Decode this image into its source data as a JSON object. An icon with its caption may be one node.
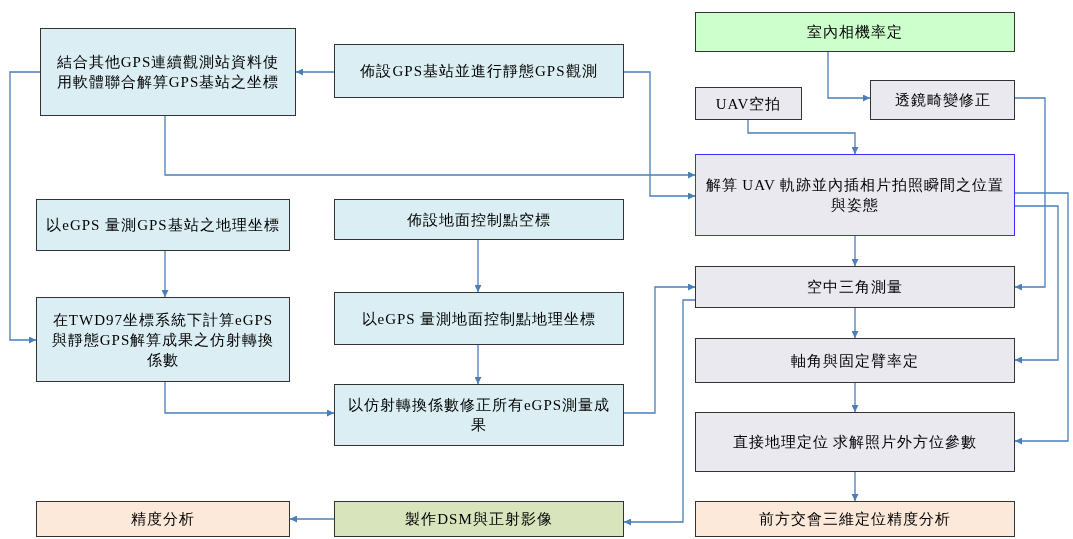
{
  "diagram": {
    "nodes": [
      {
        "text": [
          "結合其他GPS連續觀測站資料使用軟體聯合解算GPS基站之坐標"
        ]
      },
      {
        "text": [
          "佈設GPS基站並進行靜態GPS觀測"
        ]
      },
      {
        "text": [
          "室內相機率定"
        ]
      },
      {
        "text": [
          "UAV空拍"
        ]
      },
      {
        "text": [
          "透鏡畸變修正"
        ]
      },
      {
        "text": [
          "解算 UAV 軌跡並內插相片拍照瞬間之位置與姿態"
        ]
      },
      {
        "text": [
          "以eGPS 量測GPS基站之地理坐標"
        ]
      },
      {
        "text": [
          "佈設地面控制點空標"
        ]
      },
      {
        "text": [
          "在TWD97坐標系統下計算eGPS與靜態GPS解算成果之仿射轉換係數"
        ]
      },
      {
        "text": [
          "以eGPS 量測地面控制點地理坐標"
        ]
      },
      {
        "text": [
          "以仿射轉換係數修正所有eGPS測量成果"
        ]
      },
      {
        "text": [
          "空中三角測量"
        ]
      },
      {
        "text": [
          "軸角與固定臂率定"
        ]
      },
      {
        "text": [
          "直接地理定位 求解照片外方位參數"
        ]
      },
      {
        "text": [
          "前方交會三維定位精度分析"
        ]
      },
      {
        "text": [
          "製作DSM與正射影像"
        ]
      },
      {
        "text": [
          "精度分析"
        ]
      }
    ],
    "edges": [
      {
        "from": 1,
        "to": 0,
        "arrow": "to"
      },
      {
        "from": 0,
        "to": 8,
        "arrow": "to"
      },
      {
        "from": 0,
        "to": 5,
        "arrow": "to"
      },
      {
        "from": 1,
        "to": 5,
        "arrow": "to"
      },
      {
        "from": 2,
        "to": 4,
        "arrow": "to"
      },
      {
        "from": 3,
        "to": 5,
        "arrow": "to"
      },
      {
        "from": 4,
        "to": 11,
        "arrow": "to"
      },
      {
        "from": 5,
        "to": 12,
        "arrow": "to"
      },
      {
        "from": 5,
        "to": 13,
        "arrow": "to"
      },
      {
        "from": 5,
        "to": 11,
        "arrow": "to"
      },
      {
        "from": 6,
        "to": 8,
        "arrow": "to"
      },
      {
        "from": 7,
        "to": 9,
        "arrow": "to"
      },
      {
        "from": 9,
        "to": 10,
        "arrow": "to"
      },
      {
        "from": 8,
        "to": 10,
        "arrow": "to"
      },
      {
        "from": 10,
        "to": 11,
        "arrow": "to"
      },
      {
        "from": 11,
        "to": 15,
        "arrow": "to"
      },
      {
        "from": 11,
        "to": 12,
        "arrow": "to"
      },
      {
        "from": 12,
        "to": 13,
        "arrow": "to"
      },
      {
        "from": 13,
        "to": 14,
        "arrow": "to"
      },
      {
        "from": 15,
        "to": 16,
        "arrow": "to"
      }
    ]
  }
}
